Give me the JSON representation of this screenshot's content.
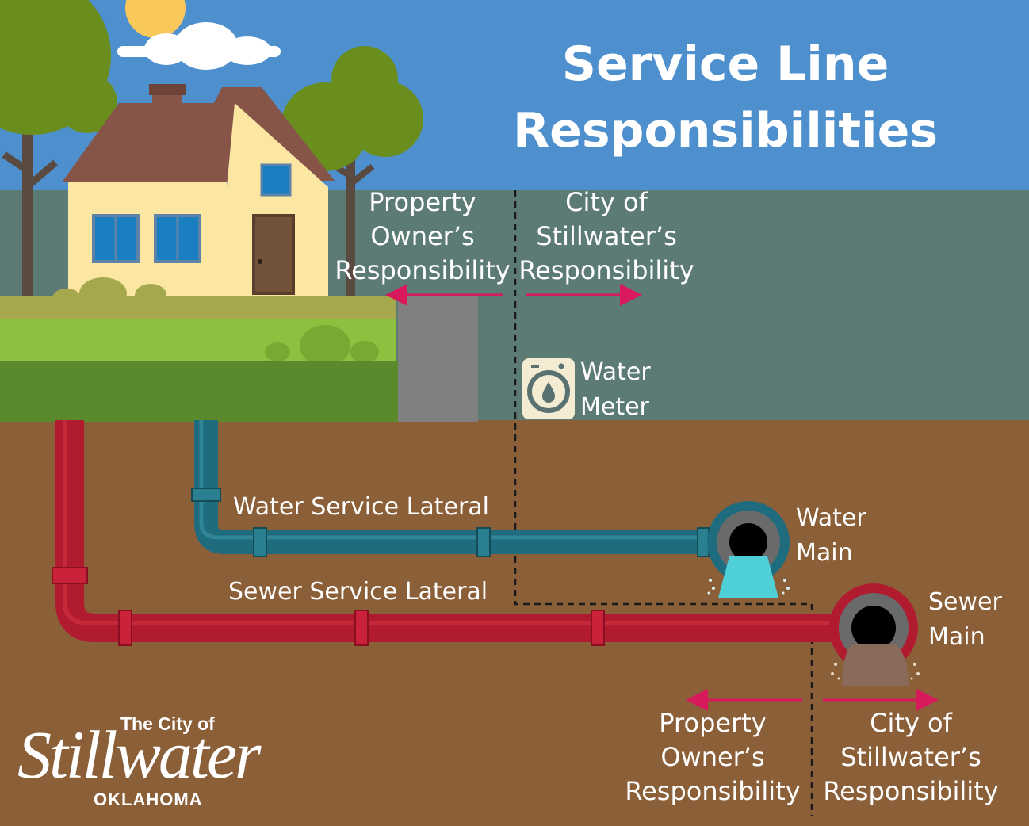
{
  "title": {
    "line1": "Service Line",
    "line2": "Responsibilities"
  },
  "top_labels": {
    "owner": [
      "Property",
      "Owner’s",
      "Responsibility"
    ],
    "city": [
      "City of",
      "Stillwater’s",
      "Responsibility"
    ]
  },
  "bottom_labels": {
    "owner": [
      "Property",
      "Owner’s",
      "Responsibility"
    ],
    "city": [
      "City of",
      "Stillwater’s",
      "Responsibility"
    ]
  },
  "water_meter": [
    "Water",
    "Meter"
  ],
  "water_lateral": "Water Service Lateral",
  "sewer_lateral": "Sewer Service Lateral",
  "water_main": [
    "Water",
    "Main"
  ],
  "sewer_main": [
    "Sewer",
    "Main"
  ],
  "logo": {
    "top": "The City of",
    "main": "Stillwater",
    "bottom": "OKLAHOMA"
  },
  "colors": {
    "sky": "#4e8fce",
    "yard": "#5d7b75",
    "dirt": "#8b5f38",
    "grass_light": "#8dc03f",
    "grass_dark": "#5a8a2c",
    "sidewalk": "#808080",
    "arrow": "#d8195c",
    "water_pipe": "#1e6c7e",
    "sewer_pipe": "#b11b2f",
    "house_wall": "#fbe6a2",
    "roof": "#875448",
    "window": "#1a7fc0",
    "door": "#73523a",
    "tree": "#6a8e1e",
    "trunk": "#5a4a40",
    "sun": "#f8c95a",
    "cloud": "#ffffff",
    "meter_bg": "#f3ecd2",
    "meter_ring": "#5a7172",
    "water_flow": "#4fd0d6",
    "sewer_flow": "#8a6a5a"
  },
  "icons": [
    "sun-icon",
    "cloud-icon",
    "house-icon",
    "tree-icon",
    "water-meter-icon",
    "water-drop-icon",
    "arrow-left-icon",
    "arrow-right-icon",
    "pipe-opening-icon"
  ]
}
